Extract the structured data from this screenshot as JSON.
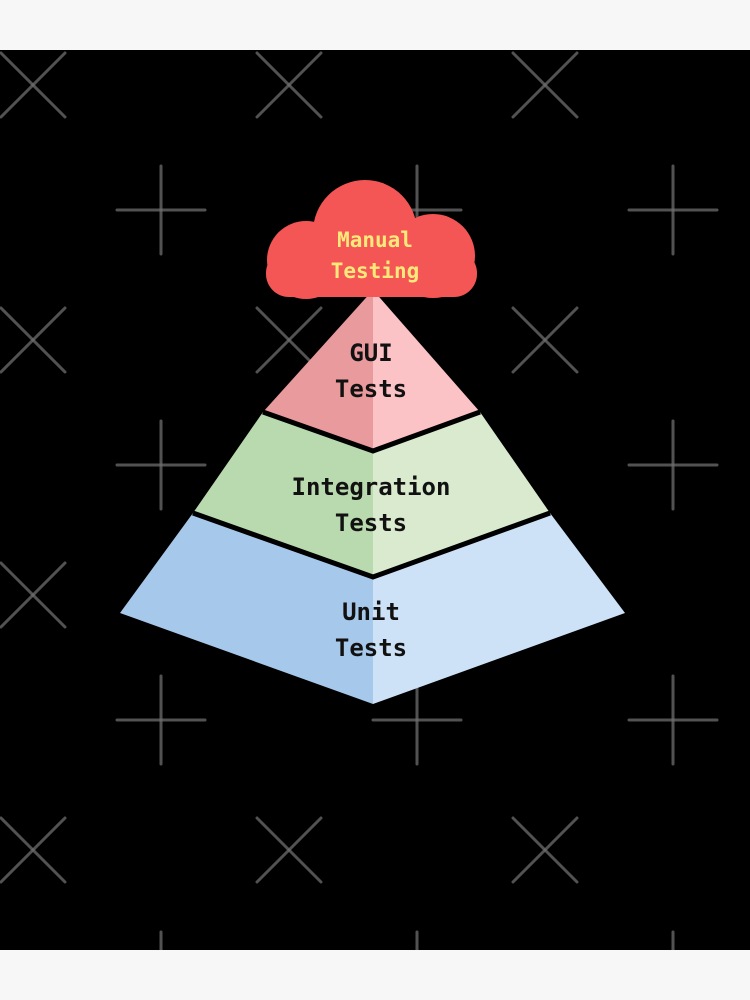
{
  "cloud": {
    "line1": "Manual",
    "line2": "Testing"
  },
  "layers": [
    {
      "line1": "GUI",
      "line2": "Tests"
    },
    {
      "line1": "Integration",
      "line2": "Tests"
    },
    {
      "line1": "Unit",
      "line2": "Tests"
    }
  ],
  "colors": {
    "background": "#000000",
    "frame": "#f7f7f7",
    "cloud_fill": "#f45555",
    "cloud_text": "#ffe97a",
    "gui_left": "#e89a9d",
    "gui_right": "#fbc3c5",
    "integration_left": "#b9d9ae",
    "integration_right": "#d9eacf",
    "unit_left": "#a6c8ea",
    "unit_right": "#cde2f7",
    "divider": "#000000",
    "watermark": "#6e6e6e"
  }
}
